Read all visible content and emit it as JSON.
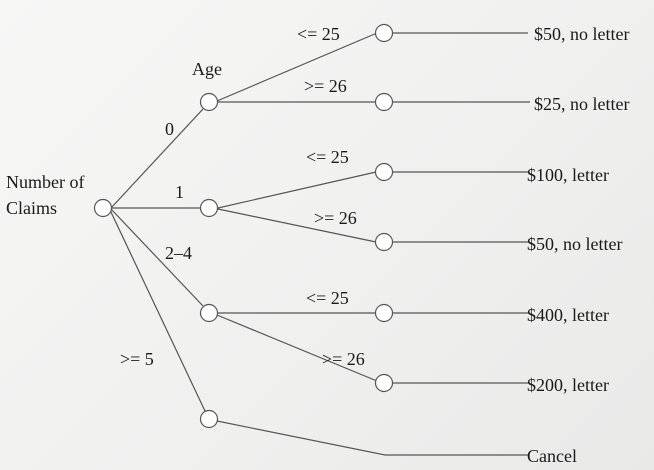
{
  "root": {
    "label_line1": "Number of",
    "label_line2": "Claims"
  },
  "age_label": "Age",
  "claims_branches": [
    "0",
    "1",
    "2–4",
    ">= 5"
  ],
  "age_branches": {
    "claims_0": [
      "<= 25",
      ">= 26"
    ],
    "claims_1": [
      "<= 25",
      ">= 26"
    ],
    "claims_2_4": [
      "<= 25",
      ">= 26"
    ]
  },
  "outcomes": [
    "$50, no letter",
    "$25, no letter",
    "$100, letter",
    "$50, no letter",
    "$400, letter",
    "$200, letter",
    "Cancel"
  ]
}
